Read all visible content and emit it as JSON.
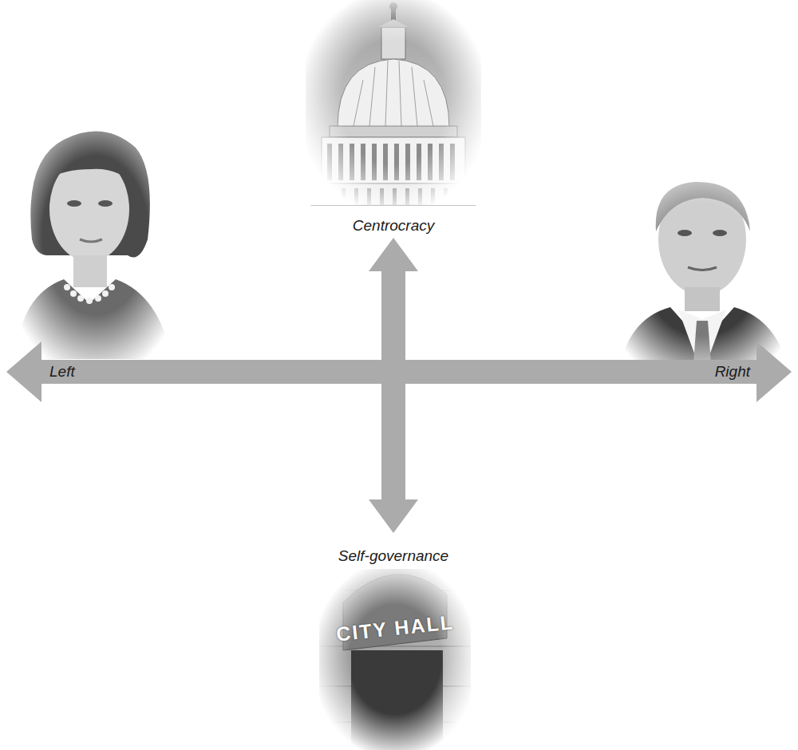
{
  "diagram": {
    "labels": [
      "Centrocracy",
      "Left",
      "Right",
      "Self-governance",
      "CITY HALL"
    ]
  }
}
